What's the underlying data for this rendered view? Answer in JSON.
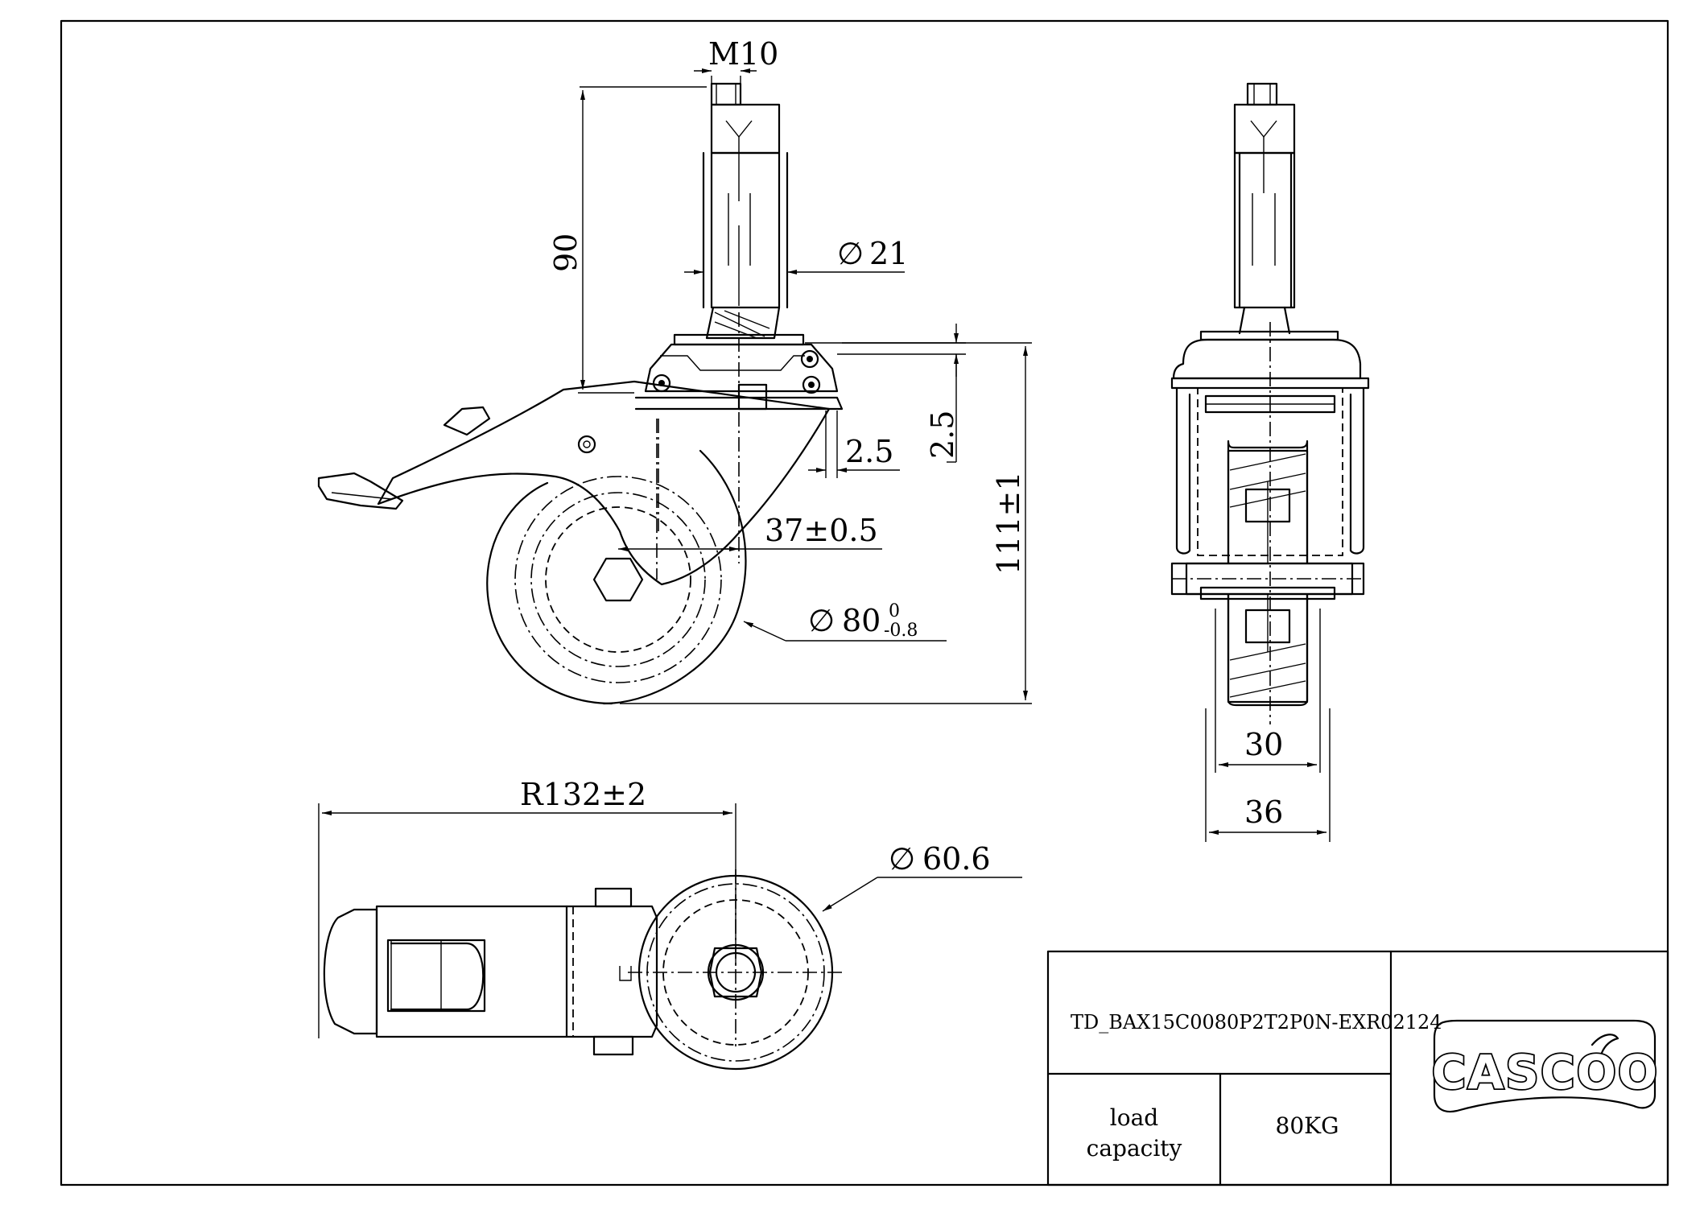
{
  "dimensions": {
    "thread": "M10",
    "stem_height": "90",
    "stem_diameter_value": "21",
    "offset_vertical": "2.5",
    "offset_horizontal": "2.5",
    "overall_height": "111±1",
    "swivel_offset": "37±0.5",
    "wheel_diameter_value": "80",
    "wheel_diameter_tol_upper": "0",
    "wheel_diameter_tol_lower": "-0.8",
    "swivel_radius": "R132±2",
    "hub_diameter_value": "60.6",
    "tread_width": "30",
    "overall_width": "36"
  },
  "symbols": {
    "diameter": "∅"
  },
  "title_block": {
    "drawing_number": "TD_BAX15C0080P2T2P0N-EXR02124",
    "load_label_line1": "load",
    "load_label_line2": "capacity",
    "load_value": "80KG",
    "brand": "CASCOO"
  }
}
